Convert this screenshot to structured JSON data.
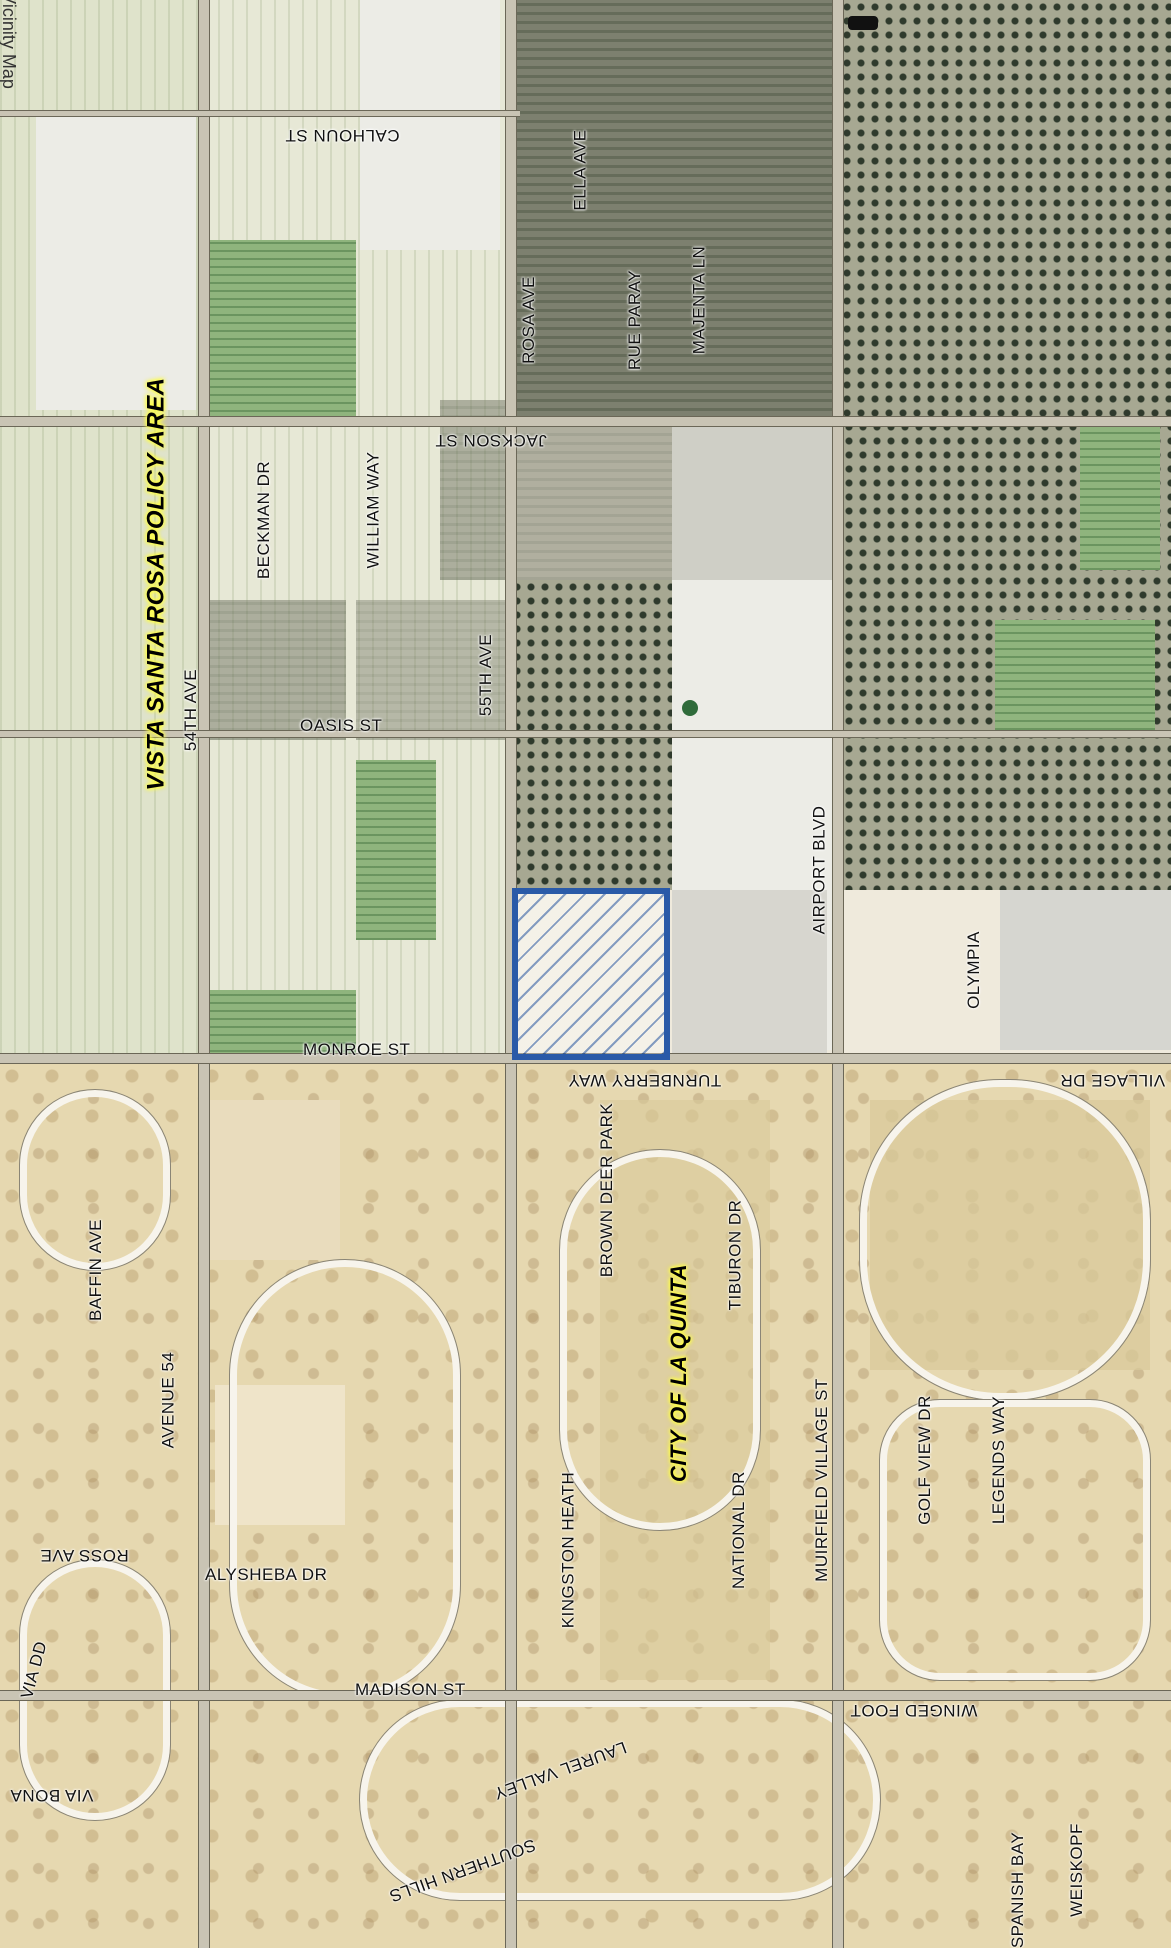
{
  "map": {
    "vicinity_title": "Vicinity Map",
    "policy_area_label": "VISTA SANTA ROSA POLICY AREA",
    "city_label": "CITY OF LA QUINTA",
    "streets": {
      "calhoun_st": "CALHOUN ST",
      "ella_ave": "ELLA AVE",
      "rosa_ave": "ROSA AVE",
      "rue_paray": "RUE PARAY",
      "majenta_ln": "MAJENTA LN",
      "jackson_st": "JACKSON ST",
      "beckman_dr": "BECKMAN DR",
      "william_way": "WILLIAM WAY",
      "ave_54th": "54TH AVE",
      "ave_55th": "55TH AVE",
      "oasis_st": "OASIS ST",
      "airport_blvd": "AIRPORT BLVD",
      "monroe_st": "MONROE ST",
      "olympia": "OLYMPIA",
      "village_dr": "VILLAGE DR",
      "turnberry_way": "TURNBERRY WAY",
      "brown_deer_park": "BROWN DEER PARK",
      "tiburon_dr": "TIBURON DR",
      "baffin_ave": "BAFFIN AVE",
      "avenue_54": "AVENUE 54",
      "kingston_heath": "KINGSTON HEATH",
      "national_dr": "NATIONAL DR",
      "muirfield_village_st": "MUIRFIELD VILLAGE ST",
      "golf_view_dr": "GOLF VIEW DR",
      "legends_way": "LEGENDS WAY",
      "ross_ave": "ROSS AVE",
      "alysheba_dr": "ALYSHEBA DR",
      "madison_st": "MADISON ST",
      "winged_foot": "WINGED FOOT",
      "via_dd": "VIA DD",
      "via_bona": "VIA BONA",
      "laurel_valley": "LAUREL VALLEY",
      "southern_hills": "SOUTHERN HILLS",
      "spanish_bay": "SPANISH BAY",
      "weiskopf": "WEISKOPF"
    }
  }
}
